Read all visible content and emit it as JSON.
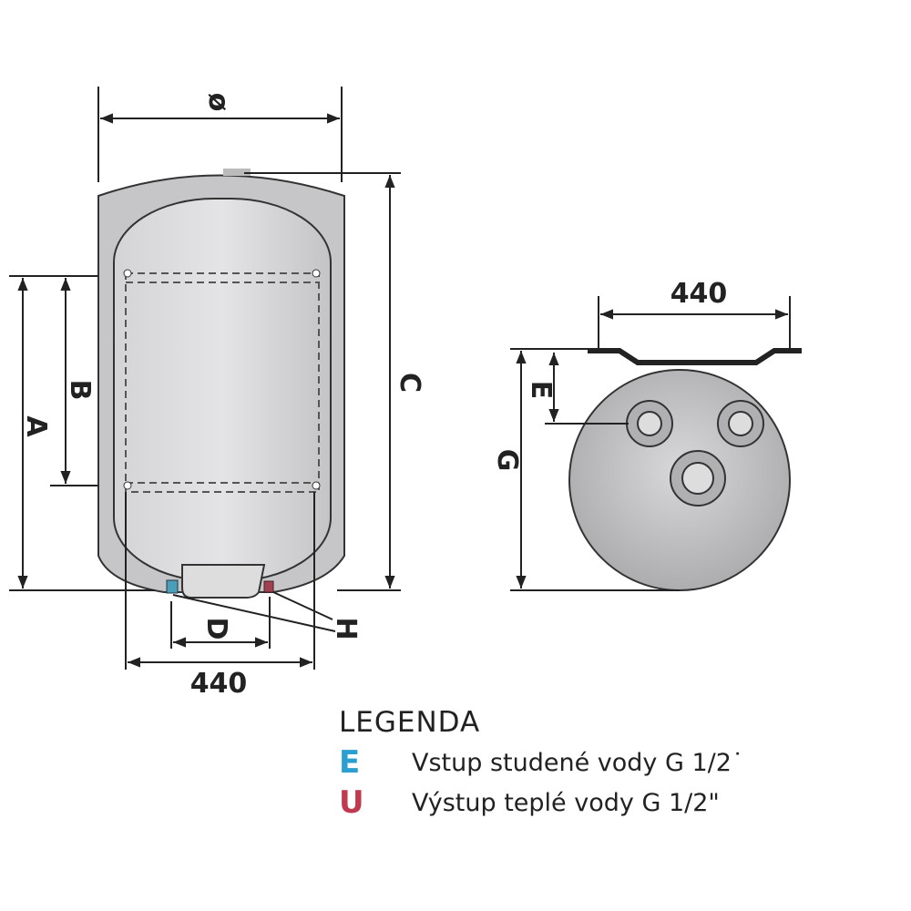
{
  "side_view": {
    "diameter_label": "ø",
    "dim_a": "A",
    "dim_b": "B",
    "dim_c": "C",
    "dim_d": "D",
    "dim_h": "H",
    "width_label": "440"
  },
  "top_view": {
    "width_label": "440",
    "dim_e": "E",
    "dim_g": "G"
  },
  "legend": {
    "title": "LEGENDA",
    "items": [
      {
        "key": "E",
        "text": "Vstup studené vody G 1/2˙",
        "color": "#2a9fd0"
      },
      {
        "key": "U",
        "text": "Výstup teplé vody G 1/2\"",
        "color": "#c0394f"
      }
    ]
  },
  "colors": {
    "tank": "#c8c8c8",
    "inner": "#b9b9bb",
    "cold": "#2a9fd0",
    "hot": "#c0394f"
  }
}
